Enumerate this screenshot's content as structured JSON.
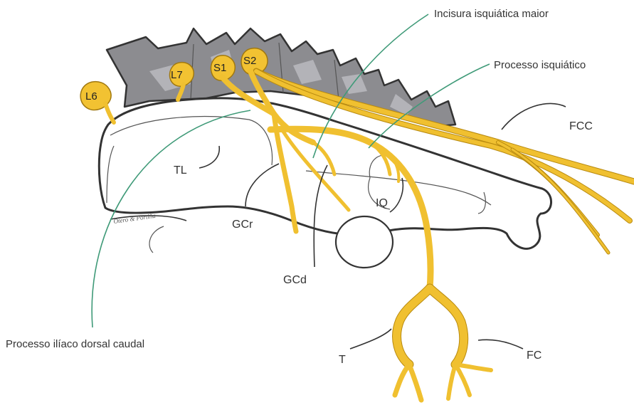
{
  "labels": {
    "incisura": "Incisura isquiática maior",
    "processo_isquiatico": "Processo isquiático",
    "processo_iliaco": "Processo ilíaco dorsal caudal",
    "fcc": "FCC",
    "tl": "TL",
    "iq": "IQ",
    "gcr": "GCr",
    "gcd": "GCd",
    "t": "T",
    "fc": "FC"
  },
  "roots": {
    "l6": "L6",
    "l7": "L7",
    "s1": "S1",
    "s2": "S2"
  },
  "signature": "Otero & Portiña",
  "colors": {
    "nerve": "#f0c030",
    "vertebra": "#8c8c90",
    "leader_green": "#3f9a78"
  }
}
